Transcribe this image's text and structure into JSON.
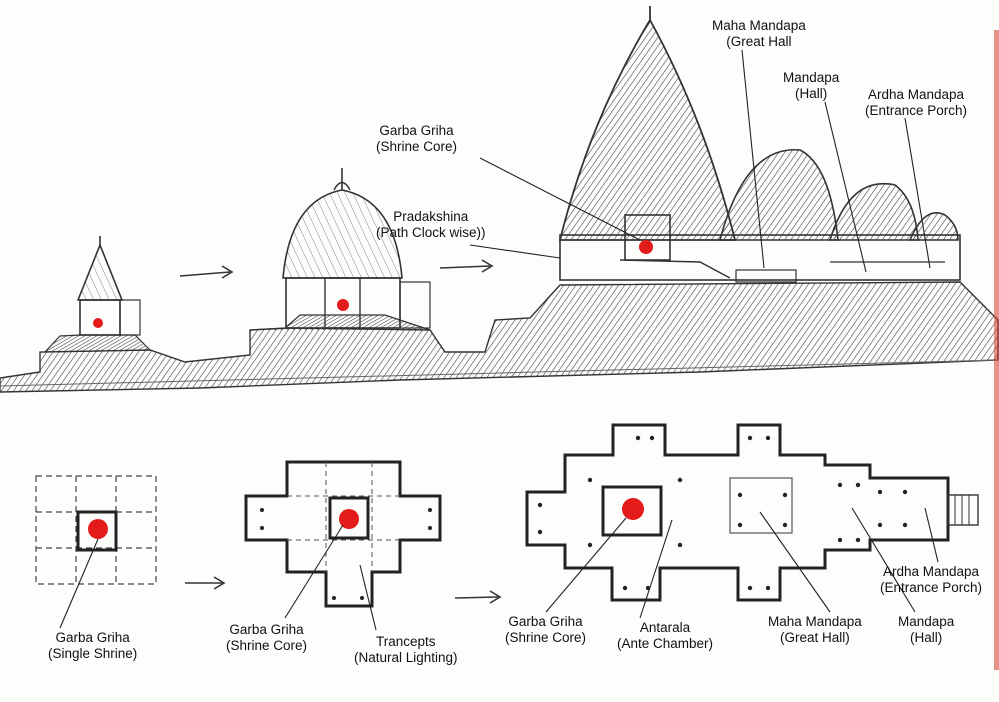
{
  "colors": {
    "ink": "#2b2b2b",
    "shade": "#555555",
    "shrine_core": "#e41b1b",
    "paper": "#fdfdfb",
    "edge_accent": "#d63a2a"
  },
  "elevation": {
    "stage1": {
      "label": ""
    },
    "stage2": {
      "label": ""
    },
    "stage3": {
      "maha_mandapa": {
        "line1": "Maha Mandapa",
        "line2": "(Great Hall"
      },
      "mandapa": {
        "line1": "Mandapa",
        "line2": "(Hall)"
      },
      "ardha_mandapa": {
        "line1": "Ardha Mandapa",
        "line2": "(Entrance Porch)"
      },
      "garba_griha": {
        "line1": "Garba Griha",
        "line2": "(Shrine Core)"
      },
      "pradakshina": {
        "line1": "Pradakshina",
        "line2": "(Path Clock wise))"
      }
    }
  },
  "plan": {
    "stage1": {
      "garba_griha": {
        "line1": "Garba Griha",
        "line2": "(Single Shrine)"
      }
    },
    "stage2": {
      "garba_griha": {
        "line1": "Garba Griha",
        "line2": "(Shrine Core)"
      },
      "trancepts": {
        "line1": "Trancepts",
        "line2": "(Natural Lighting)"
      }
    },
    "stage3": {
      "garba_griha": {
        "line1": "Garba Griha",
        "line2": "(Shrine Core)"
      },
      "antarala": {
        "line1": "Antarala",
        "line2": "(Ante Chamber)"
      },
      "maha_mandapa": {
        "line1": "Maha Mandapa",
        "line2": "(Great Hall)"
      },
      "mandapa": {
        "line1": "Mandapa",
        "line2": "(Hall)"
      },
      "ardha_mandapa": {
        "line1": "Ardha Mandapa",
        "line2": "(Entrance Porch)"
      }
    }
  }
}
